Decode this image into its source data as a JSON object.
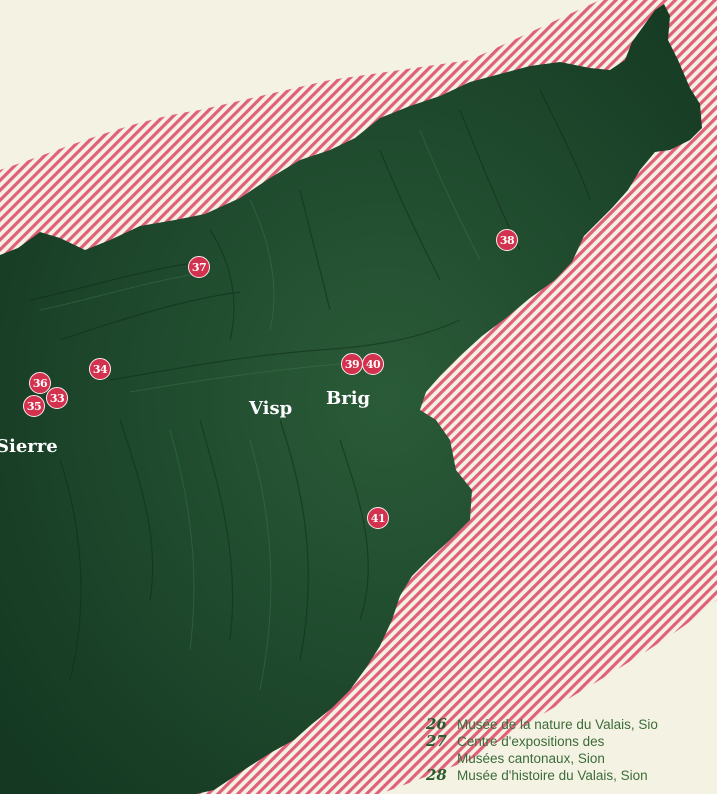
{
  "towns": [
    {
      "id": "sierre",
      "label": "Sierre"
    },
    {
      "id": "visp",
      "label": "Visp"
    },
    {
      "id": "brig",
      "label": "Brig"
    }
  ],
  "markers": [
    {
      "id": "m33",
      "label": "33"
    },
    {
      "id": "m34",
      "label": "34"
    },
    {
      "id": "m35",
      "label": "35"
    },
    {
      "id": "m36",
      "label": "36"
    },
    {
      "id": "m37",
      "label": "37"
    },
    {
      "id": "m38",
      "label": "38"
    },
    {
      "id": "m39",
      "label": "39"
    },
    {
      "id": "m40",
      "label": "40"
    },
    {
      "id": "m41",
      "label": "41"
    }
  ],
  "legend": [
    {
      "num": "26",
      "line1": "Musée de la nature du Valais, Sio"
    },
    {
      "num": "27",
      "line1": "Centre d'expositions des",
      "line2": "Musées cantonaux, Sion"
    },
    {
      "num": "28",
      "line1": "Musée d'histoire du Valais, Sion"
    }
  ],
  "colors": {
    "background": "#f4f3e3",
    "terrain": "#1f4a2e",
    "stripes": "#e0607a",
    "marker": "#d3324f"
  }
}
